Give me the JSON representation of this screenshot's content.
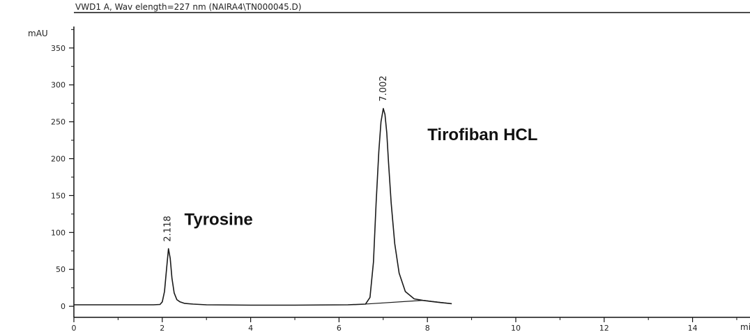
{
  "chart_data": {
    "type": "line",
    "title": "VWD1 A, Wav elength=227 nm (NAIRA4\\TN000045.D)",
    "ylabel": "mAU",
    "xlabel": "mi",
    "xlim": [
      0,
      15.3
    ],
    "ylim": [
      -15,
      398
    ],
    "x_ticks": [
      0,
      2,
      4,
      6,
      8,
      10,
      12,
      14
    ],
    "y_ticks": [
      0,
      50,
      100,
      150,
      200,
      250,
      300,
      350
    ],
    "grid": false,
    "series": [
      {
        "x": [
          0,
          1.8,
          1.95,
          2.0,
          2.05,
          2.1,
          2.14,
          2.18,
          2.22,
          2.27,
          2.33,
          2.4,
          2.5,
          2.7,
          3.0,
          4.0,
          5.0,
          6.2,
          6.6,
          6.7,
          6.78,
          6.84,
          6.9,
          6.95,
          7.002,
          7.04,
          7.08,
          7.12,
          7.18,
          7.26,
          7.36,
          7.5,
          7.7,
          7.9,
          8.1,
          8.3,
          8.55
        ],
        "y": [
          2,
          2,
          2.5,
          6,
          20,
          52,
          78,
          65,
          38,
          18,
          9,
          6,
          4,
          3,
          2,
          1.5,
          1.5,
          2,
          3,
          12,
          60,
          140,
          210,
          250,
          268,
          260,
          235,
          195,
          140,
          85,
          45,
          20,
          10,
          8,
          6.5,
          5,
          3.5
        ]
      }
    ],
    "annotations": [
      {
        "text": "2.118",
        "x": 2.118,
        "y": 78,
        "rotation": -90
      },
      {
        "text": "7.002",
        "x": 7.002,
        "y": 268,
        "rotation": -90
      },
      {
        "text": "Tyrosine",
        "x": 2.5,
        "y": 110
      },
      {
        "text": "Tirofiban HCL",
        "x": 8.0,
        "y": 225
      }
    ]
  }
}
